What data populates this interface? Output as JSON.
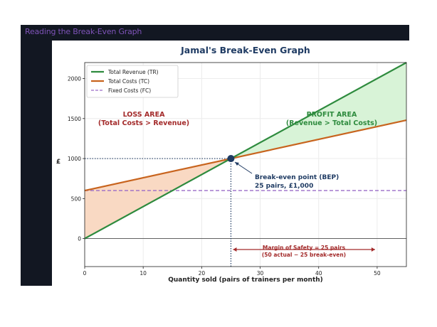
{
  "header": {
    "title": "Reading the Break-Even Graph"
  },
  "chart_data": {
    "type": "line",
    "title": "Jamal's Break-Even Graph",
    "xlabel": "Quantity sold (pairs of trainers per month)",
    "ylabel": "£",
    "xlim": [
      0,
      55
    ],
    "ylim": [
      -350,
      2200
    ],
    "x_ticks": [
      0,
      10,
      20,
      30,
      40,
      50
    ],
    "y_ticks": [
      0,
      500,
      1000,
      1500,
      2000
    ],
    "grid": true,
    "legend_position": "top-left",
    "series": [
      {
        "name": "Total Revenue (TR)",
        "x": [
          0,
          55
        ],
        "y": [
          0,
          2200
        ],
        "color": "#2e8b3e"
      },
      {
        "name": "Total Costs (TC)",
        "x": [
          0,
          55
        ],
        "y": [
          600,
          1480
        ],
        "color": "#c8641e"
      },
      {
        "name": "Fixed Costs (FC)",
        "x": [
          0,
          55
        ],
        "y": [
          600,
          600
        ],
        "color": "#9a6cc8"
      }
    ],
    "break_even": {
      "x": 25,
      "y": 1000
    },
    "annotations": {
      "loss_title": "LOSS AREA",
      "loss_sub": "(Total Costs > Revenue)",
      "profit_title": "PROFIT AREA",
      "profit_sub": "(Revenue > Total Costs)",
      "bep_line1": "Break-even point (BEP)",
      "bep_line2": "25 pairs, £1,000",
      "mos_line1": "Margin of Safety = 25 pairs",
      "mos_line2": "(50 actual − 25 break-even)"
    },
    "margin_of_safety": {
      "from": 25,
      "to": 50
    },
    "colors": {
      "loss_fill": "#f9d9c3",
      "profit_fill": "#d8f3d7",
      "bep_marker": "#1f3b63",
      "bep_guide": "#1f3b63",
      "annotation_red": "#a32a2a",
      "annotation_green": "#2e8b3e",
      "title": "#1f3b63"
    }
  }
}
